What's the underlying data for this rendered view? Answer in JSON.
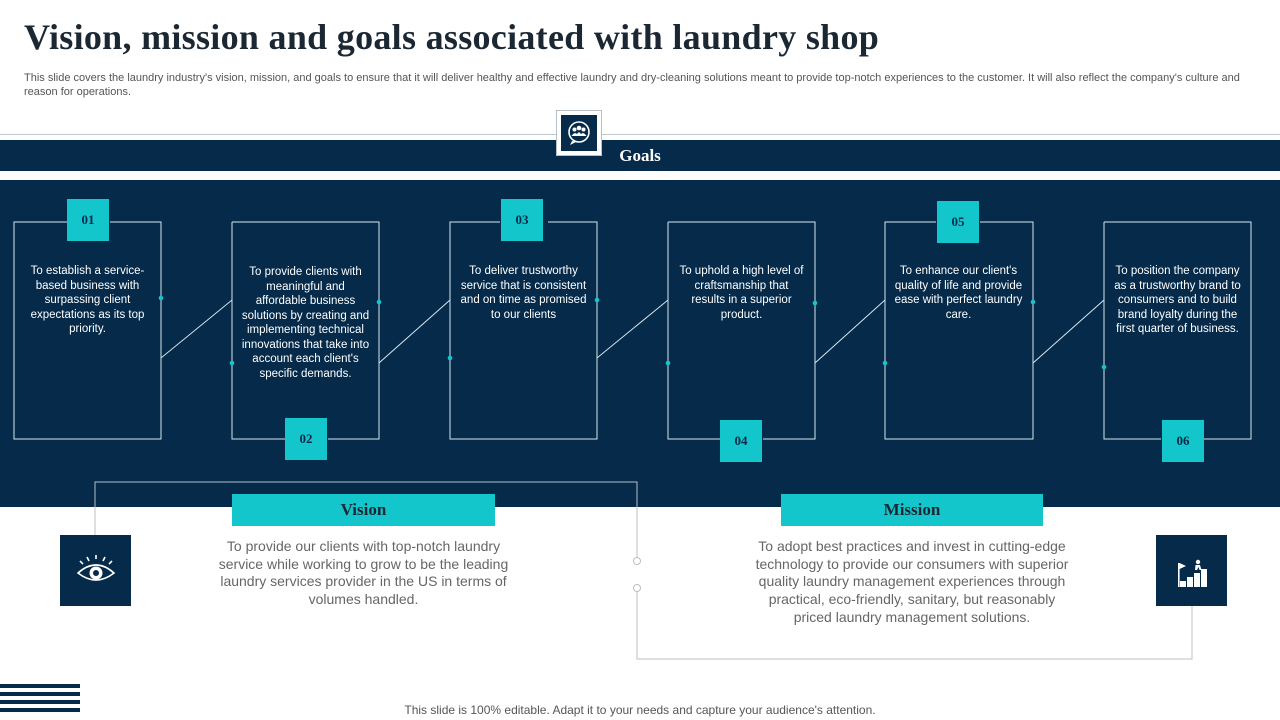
{
  "slide": {
    "title": "Vision, mission and goals associated with laundry shop",
    "subtitle": "This slide covers the laundry industry's vision, mission, and goals to ensure that it will deliver healthy and effective laundry and dry-cleaning solutions meant to provide top-notch experiences to the customer. It will also reflect the company's culture and reason for operations.",
    "footer": "This slide is 100% editable. Adapt it to your needs and capture your audience's attention."
  },
  "goals": {
    "label": "Goals",
    "icon": "team-chat-icon",
    "items": [
      {
        "number": "01",
        "text": "To establish a service-based business with surpassing client expectations as its top priority."
      },
      {
        "number": "02",
        "text": "To provide clients with meaningful and affordable business solutions by creating and implementing technical innovations that take into account each client's specific demands."
      },
      {
        "number": "03",
        "text": "To deliver trustworthy service that is consistent and on time as promised to our clients"
      },
      {
        "number": "04",
        "text": "To uphold a high level of craftsmanship that results in a superior product."
      },
      {
        "number": "05",
        "text": "To enhance our client's quality of life and provide ease with perfect laundry care."
      },
      {
        "number": "06",
        "text": "To position the company as a trustworthy brand to consumers and to build brand loyalty during the first quarter of business."
      }
    ]
  },
  "vision": {
    "label": "Vision",
    "icon": "eye-icon",
    "text": "To provide our clients with top-notch laundry service while working to grow to be the leading laundry services provider in the US in terms of volumes handled."
  },
  "mission": {
    "label": "Mission",
    "icon": "goal-flag-stairs-icon",
    "text": "To adopt best practices and invest in cutting-edge technology to provide our consumers with superior quality laundry management experiences through practical, eco-friendly, sanitary, but reasonably priced laundry management solutions."
  },
  "colors": {
    "navy": "#052a4a",
    "teal": "#12c6cc",
    "white": "#ffffff"
  }
}
